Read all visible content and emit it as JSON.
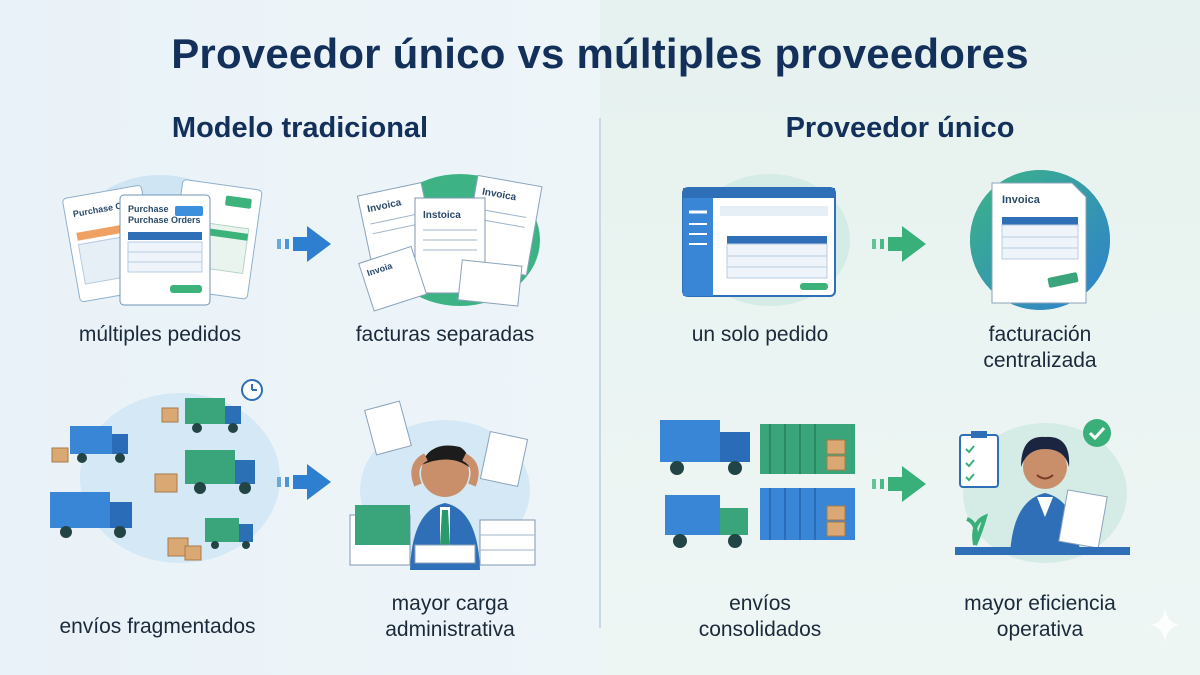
{
  "title": "Proveedor único vs múltiples proveedores",
  "left": {
    "heading": "Modelo tradicional",
    "items": [
      {
        "label": "múltiples pedidos",
        "doc_words": [
          "Purchase Orders",
          "Purchase Orders"
        ]
      },
      {
        "label": "facturas separadas",
        "doc_words": [
          "Invoica",
          "Instoica",
          "Invoica",
          "Invoia"
        ]
      },
      {
        "label": "envíos fragmentados"
      },
      {
        "label": "mayor carga administrativa",
        "label_lines": [
          "mayor carga",
          "administrativa"
        ]
      }
    ]
  },
  "right": {
    "heading": "Proveedor único",
    "items": [
      {
        "label": "un solo pedido"
      },
      {
        "label": "facturación centralizada",
        "label_lines": [
          "facturación",
          "centralizada"
        ],
        "doc_words": [
          "Invoica"
        ]
      },
      {
        "label": "envíos consolidados",
        "label_lines": [
          "envíos",
          "consolidados"
        ]
      },
      {
        "label": "mayor eficiencia operativa",
        "label_lines": [
          "mayor eficiencia",
          "operativa"
        ]
      }
    ]
  },
  "colors": {
    "title": "#13305a",
    "blue": "#2f7fd0",
    "green": "#39b07a",
    "navy": "#1e4c86"
  }
}
